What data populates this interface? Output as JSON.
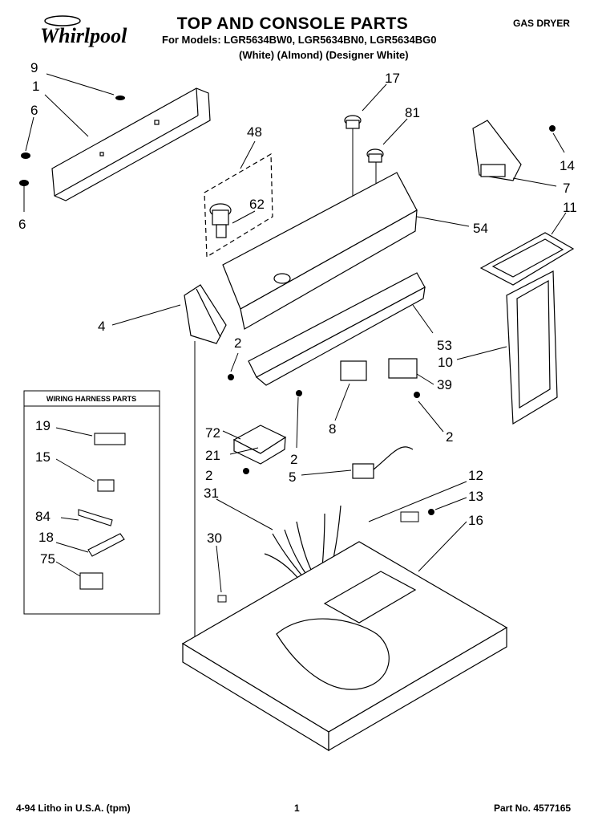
{
  "header": {
    "brand": "Whirlpool",
    "title": "TOP AND CONSOLE PARTS",
    "models_line": "For Models: LGR5634BW0, LGR5634BN0, LGR5634BG0",
    "colors_line": "(White)    (Almond) (Designer White)",
    "product_type": "GAS DRYER"
  },
  "callouts": [
    "9",
    "1",
    "6",
    "6",
    "48",
    "62",
    "17",
    "81",
    "14",
    "7",
    "11",
    "54",
    "4",
    "2",
    "72",
    "21",
    "2",
    "8",
    "53",
    "10",
    "39",
    "2",
    "5",
    "31",
    "30",
    "12",
    "13",
    "16"
  ],
  "harness_box": {
    "title": "WIRING HARNESS PARTS",
    "items": [
      "19",
      "15",
      "84",
      "18",
      "75"
    ]
  },
  "footer": {
    "left": "4-94 Litho in U.S.A. (tpm)",
    "page": "1",
    "part_no": "Part No. 4577165"
  }
}
